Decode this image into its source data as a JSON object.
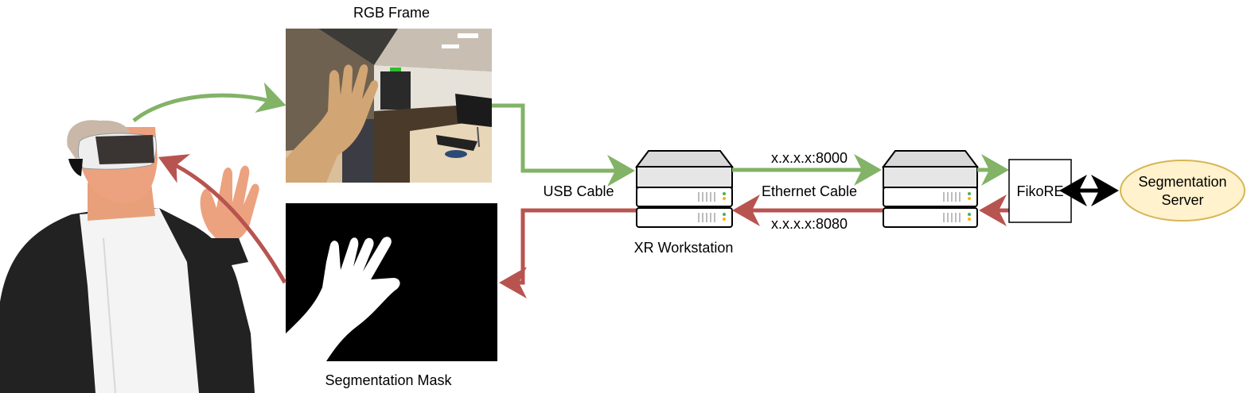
{
  "labels": {
    "rgb_frame": "RGB Frame",
    "segmentation_mask": "Segmentation Mask",
    "usb_cable": "USB Cable",
    "xr_workstation": "XR Workstation",
    "port_up": "x.x.x.x:8000",
    "ethernet_cable": "Ethernet Cable",
    "port_down": "x.x.x.x:8080",
    "fikore": "FikoRE",
    "segmentation_server_line1": "Segmentation",
    "segmentation_server_line2": "Server"
  },
  "colors": {
    "green_arrow": "#82b366",
    "red_arrow": "#b85450",
    "server_ellipse_fill": "#fff2cc",
    "server_ellipse_stroke": "#d6b656",
    "black_arrow": "#000000"
  },
  "icons": {
    "user": "person-with-vr-headset-icon",
    "workstation": "server-tower-icon",
    "relay": "server-tower-icon"
  }
}
